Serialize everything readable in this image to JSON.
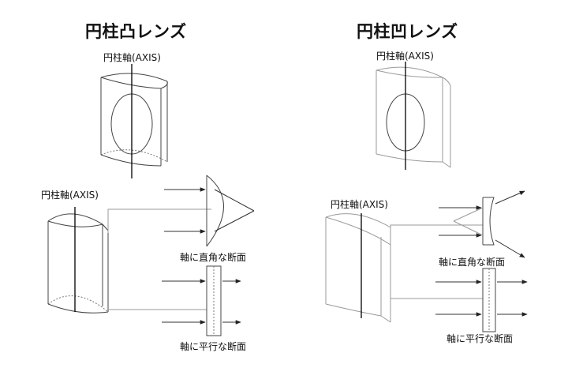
{
  "convex": {
    "title": "円柱凸レンズ",
    "axis_label_top": "円柱軸(AXIS)",
    "axis_label_bottom": "円柱軸(AXIS)",
    "section_perpendicular": "軸に直角な断面",
    "section_parallel": "軸に平行な断面"
  },
  "concave": {
    "title": "円柱凹レンズ",
    "axis_label_top": "円柱軸(AXIS)",
    "axis_label_bottom": "円柱軸(AXIS)",
    "section_perpendicular": "軸に直角な断面",
    "section_parallel": "軸に平行な断面"
  }
}
